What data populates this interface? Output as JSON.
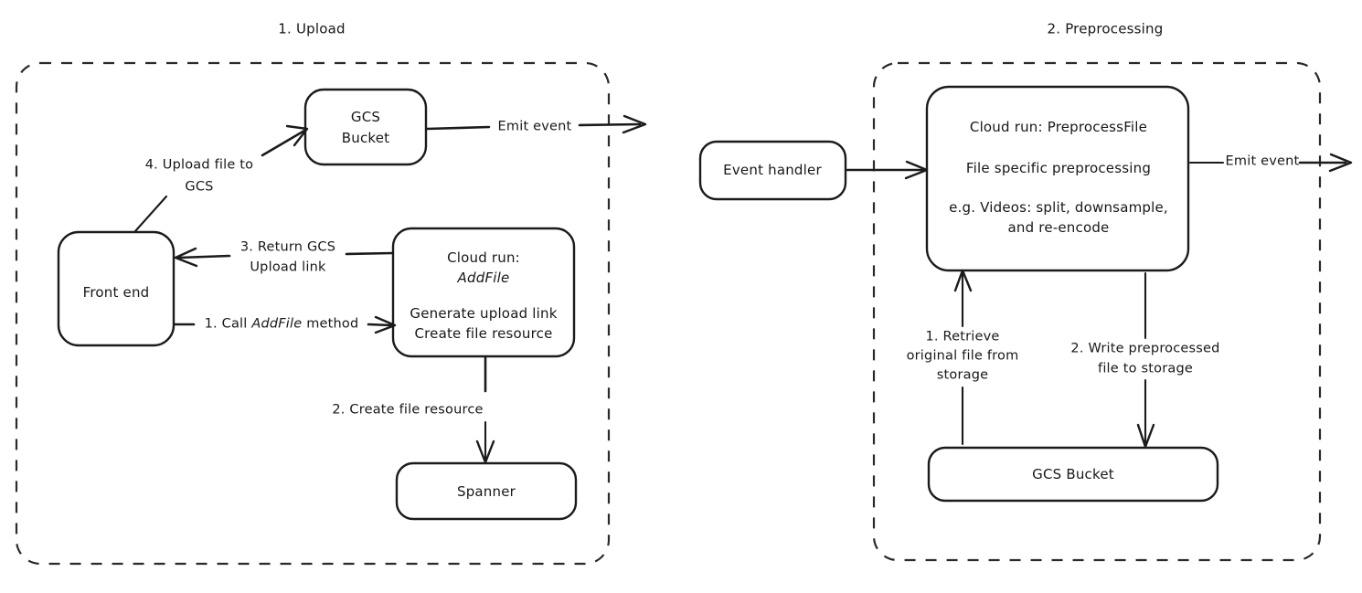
{
  "diagram": {
    "title_hidden": "",
    "background_color": "#ffffff",
    "stroke_color": "#1b1b1b",
    "groups": [
      {
        "id": "upload",
        "title": "1. Upload"
      },
      {
        "id": "preprocessing",
        "title": "2. Preprocessing"
      }
    ],
    "nodes": {
      "gcs_bucket_left": {
        "line1": "GCS",
        "line2": "Bucket"
      },
      "front_end": {
        "line1": "Front end"
      },
      "cloud_run_addfile": {
        "line1": "Cloud run:",
        "line2": "AddFile",
        "line3": "Generate upload link",
        "line4": "Create file resource"
      },
      "spanner": {
        "line1": "Spanner"
      },
      "event_handler": {
        "line1": "Event handler"
      },
      "cloud_run_preprocessfile": {
        "line1": "Cloud run: PreprocessFile",
        "line2": "File specific preprocessing",
        "line3": "e.g. Videos: split, downsample,",
        "line4": "and re-encode"
      },
      "gcs_bucket_right": {
        "line1": "GCS Bucket"
      }
    },
    "edge_labels": {
      "emit_event_left": "Emit event",
      "upload_file_to_gcs_l1": "4. Upload file to",
      "upload_file_to_gcs_l2": "GCS",
      "return_gcs_link_l1": "3. Return GCS",
      "return_gcs_link_l2": "Upload link",
      "call_addfile_pre": "1. Call ",
      "call_addfile_ital": "AddFile",
      "call_addfile_post": " method",
      "create_file_resource": "2. Create file resource",
      "emit_event_right": "Emit event",
      "retrieve_l1": "1. Retrieve",
      "retrieve_l2": "original file from",
      "retrieve_l3": "storage",
      "write_l1": "2. Write preprocessed",
      "write_l2": "file to storage"
    }
  }
}
